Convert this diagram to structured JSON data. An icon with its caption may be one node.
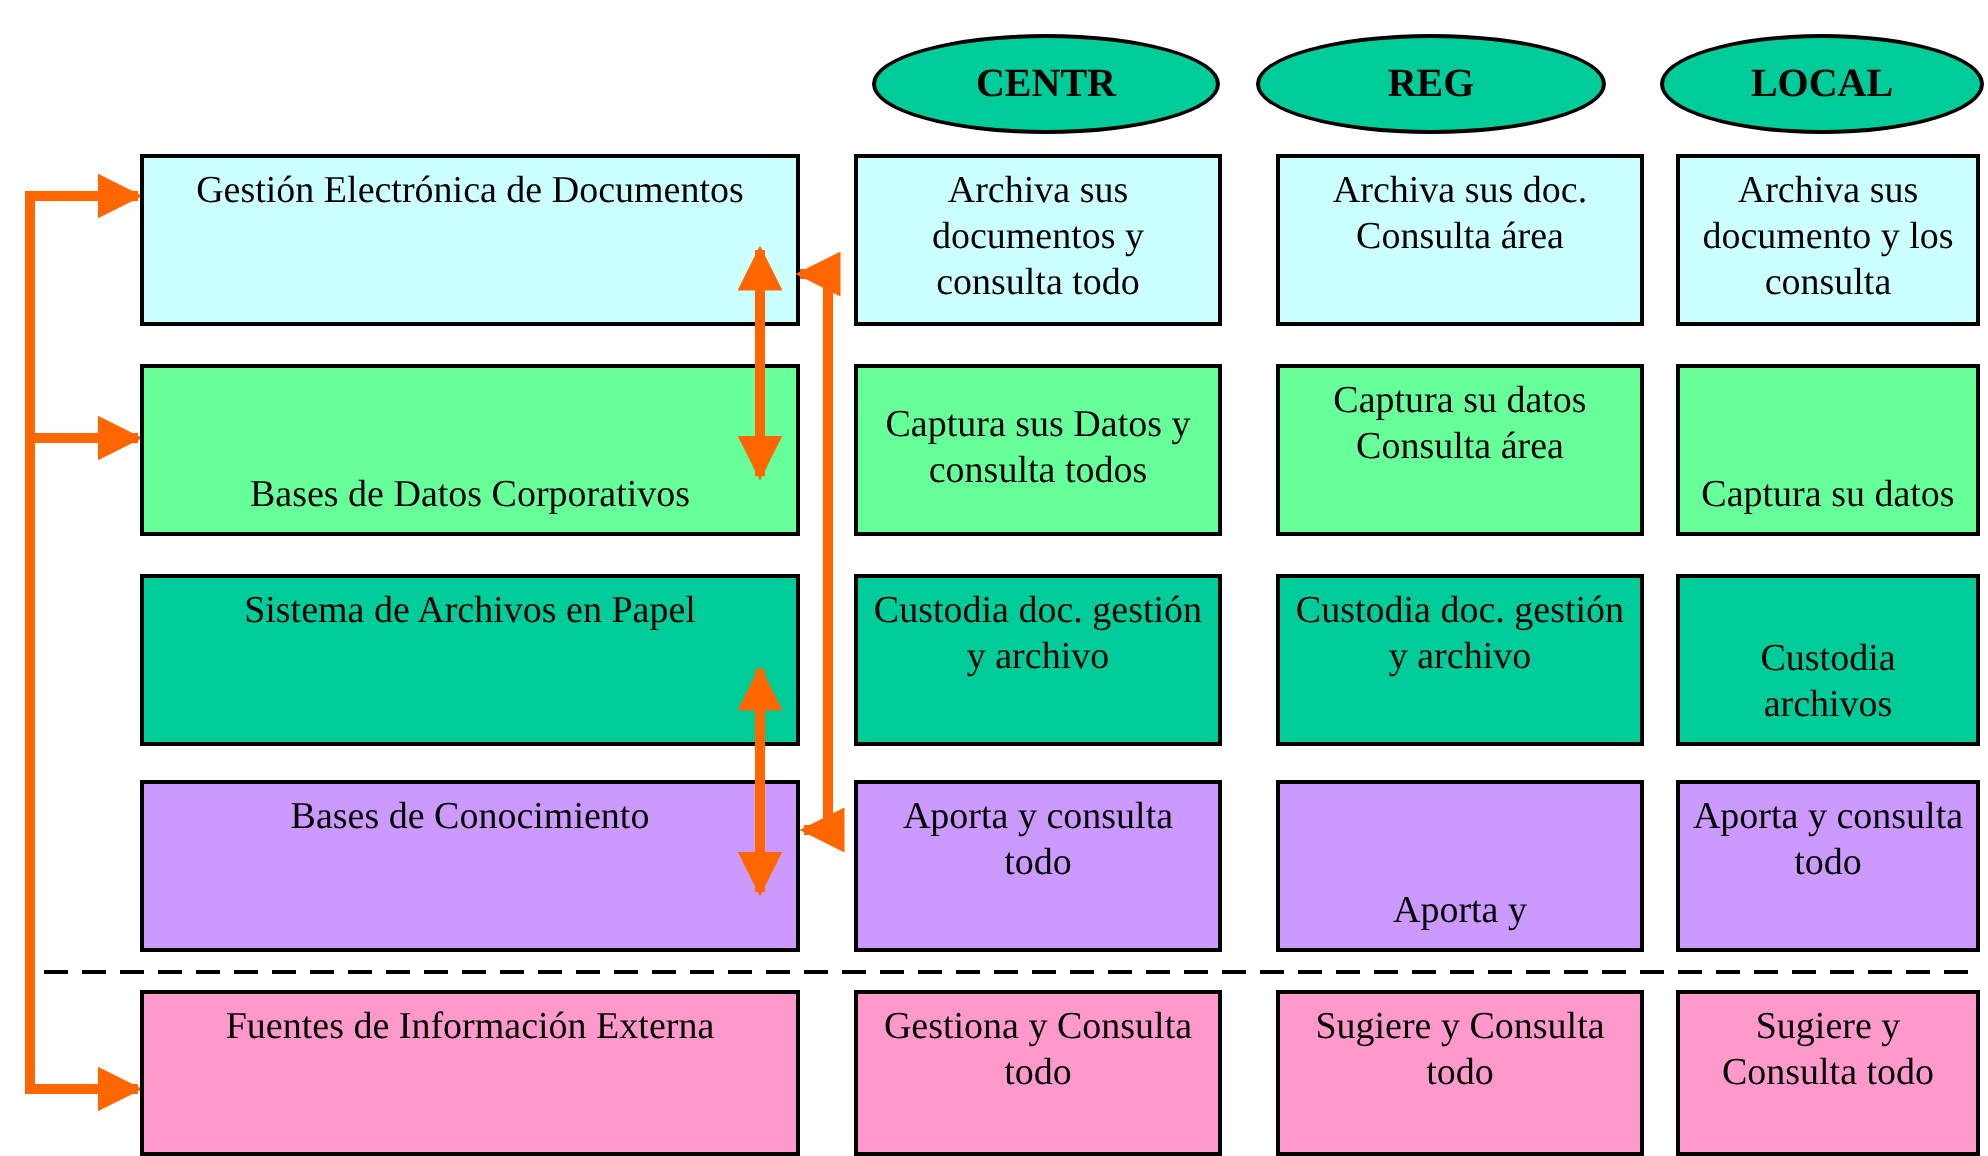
{
  "diagram": {
    "nodes": [
      {
        "text": [
          "CENTR"
        ]
      },
      {
        "text": [
          "REG"
        ]
      },
      {
        "text": [
          "LOCAL"
        ]
      },
      {
        "text": [
          "Gestión Electrónica de Documentos"
        ]
      },
      {
        "text": [
          "Archiva sus documentos y consulta todo"
        ]
      },
      {
        "text": [
          "Archiva sus doc. Consulta área"
        ]
      },
      {
        "text": [
          "Archiva sus documento y los consulta"
        ]
      },
      {
        "text": [
          "Bases de Datos Corporativos"
        ]
      },
      {
        "text": [
          "Captura sus Datos y consulta todos"
        ]
      },
      {
        "text": [
          "Captura su datos Consulta área"
        ]
      },
      {
        "text": [
          "Captura su datos"
        ]
      },
      {
        "text": [
          "Sistema de Archivos en Papel"
        ]
      },
      {
        "text": [
          "Custodia doc. gestión y archivo"
        ]
      },
      {
        "text": [
          "Custodia doc. gestión y archivo"
        ]
      },
      {
        "text": [
          "Custodia archivos"
        ]
      },
      {
        "text": [
          "Bases de Conocimiento"
        ]
      },
      {
        "text": [
          "Aporta y consulta todo"
        ]
      },
      {
        "text": [
          "Aporta y"
        ]
      },
      {
        "text": [
          "Aporta y consulta todo"
        ]
      },
      {
        "text": [
          "Fuentes de Información Externa"
        ]
      },
      {
        "text": [
          "Gestiona y Consulta todo"
        ]
      },
      {
        "text": [
          "Sugiere y Consulta todo"
        ]
      },
      {
        "text": [
          "Sugiere y Consulta todo"
        ]
      }
    ],
    "edges": [
      {
        "from": null,
        "to": 3,
        "arrow": "to"
      },
      {
        "from": null,
        "to": 7,
        "arrow": "to"
      },
      {
        "from": null,
        "to": 19,
        "arrow": "to"
      },
      {
        "from": 3,
        "to": 15,
        "arrow": "both"
      },
      {
        "from": 3,
        "to": 7,
        "arrow": "both"
      },
      {
        "from": 11,
        "to": 15,
        "arrow": "both"
      }
    ]
  }
}
